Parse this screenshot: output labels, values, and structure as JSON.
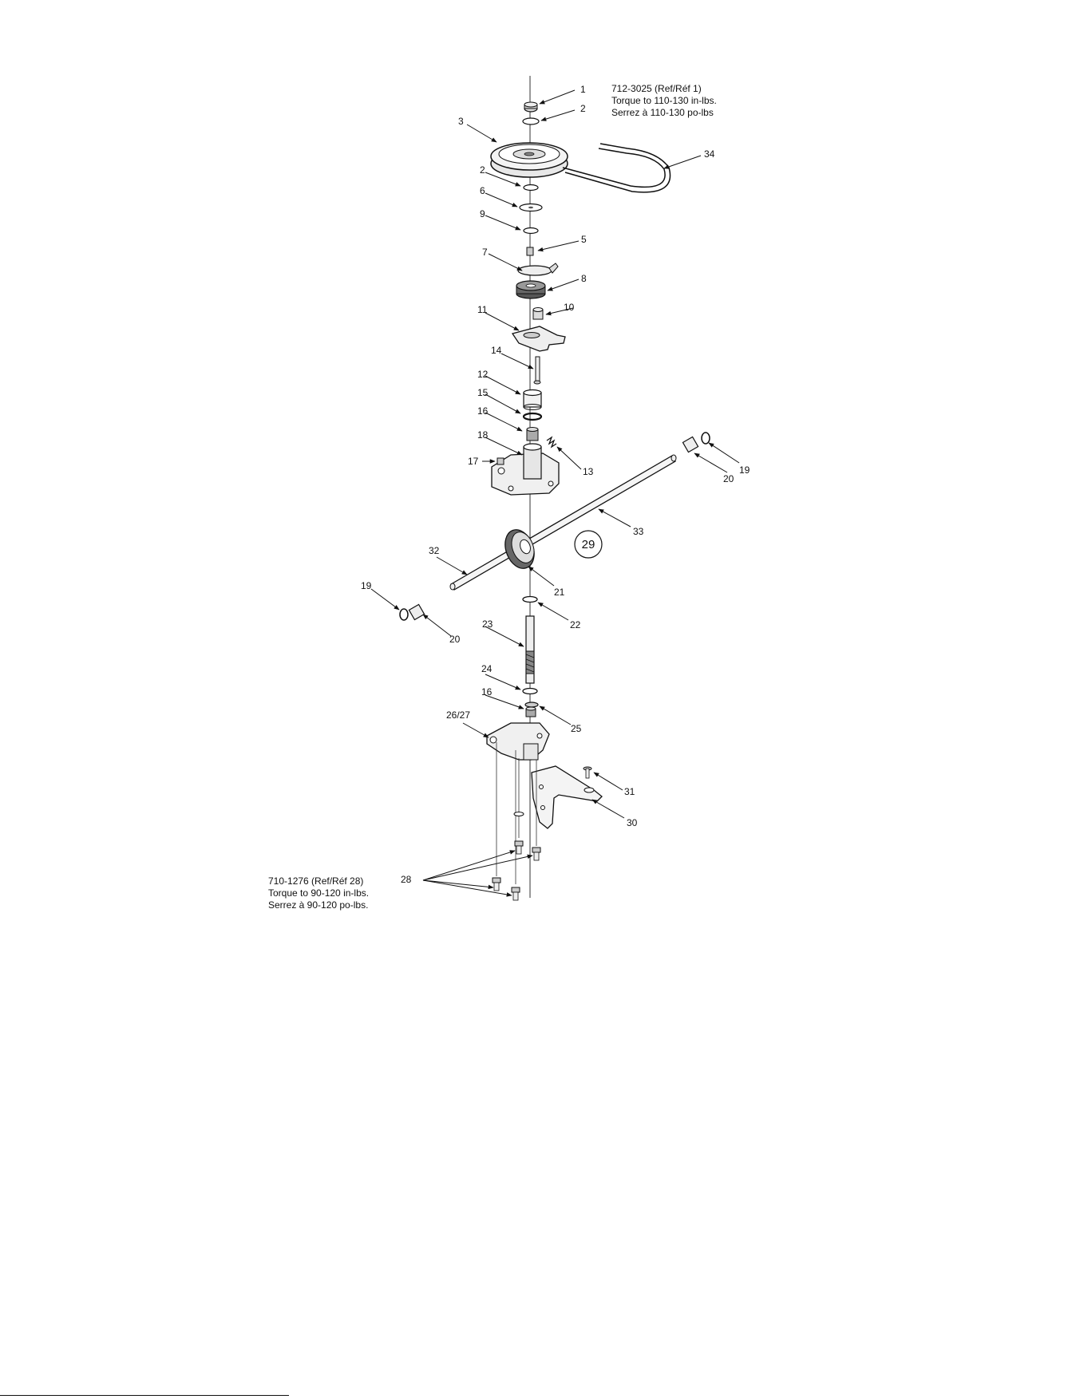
{
  "notes": {
    "top": {
      "part": "712-3025 (Ref/Réf 1)",
      "en": "Torque to 110-130 in-lbs.",
      "fr": "Serrez à 110-130 po-lbs"
    },
    "bottom": {
      "part": "710-1276 (Ref/Réf 28)",
      "en": "Torque to 90-120 in-lbs.",
      "fr": "Serrez à 90-120 po-lbs."
    }
  },
  "assembly_ref": "29",
  "callouts": [
    {
      "id": "c1",
      "label": "1"
    },
    {
      "id": "c2a",
      "label": "2"
    },
    {
      "id": "c3",
      "label": "3"
    },
    {
      "id": "c34",
      "label": "34"
    },
    {
      "id": "c2b",
      "label": "2"
    },
    {
      "id": "c6",
      "label": "6"
    },
    {
      "id": "c9",
      "label": "9"
    },
    {
      "id": "c5",
      "label": "5"
    },
    {
      "id": "c7",
      "label": "7"
    },
    {
      "id": "c8",
      "label": "8"
    },
    {
      "id": "c11",
      "label": "11"
    },
    {
      "id": "c10",
      "label": "10"
    },
    {
      "id": "c14",
      "label": "14"
    },
    {
      "id": "c12",
      "label": "12"
    },
    {
      "id": "c15",
      "label": "15"
    },
    {
      "id": "c16a",
      "label": "16"
    },
    {
      "id": "c18",
      "label": "18"
    },
    {
      "id": "c13",
      "label": "13"
    },
    {
      "id": "c17",
      "label": "17"
    },
    {
      "id": "c19a",
      "label": "19"
    },
    {
      "id": "c20a",
      "label": "20"
    },
    {
      "id": "c33",
      "label": "33"
    },
    {
      "id": "c32",
      "label": "32"
    },
    {
      "id": "c21",
      "label": "21"
    },
    {
      "id": "c19b",
      "label": "19"
    },
    {
      "id": "c20b",
      "label": "20"
    },
    {
      "id": "c22",
      "label": "22"
    },
    {
      "id": "c23",
      "label": "23"
    },
    {
      "id": "c24",
      "label": "24"
    },
    {
      "id": "c16b",
      "label": "16"
    },
    {
      "id": "c25",
      "label": "25"
    },
    {
      "id": "c2627",
      "label": "26/27"
    },
    {
      "id": "c31",
      "label": "31"
    },
    {
      "id": "c30",
      "label": "30"
    },
    {
      "id": "c28",
      "label": "28"
    }
  ]
}
